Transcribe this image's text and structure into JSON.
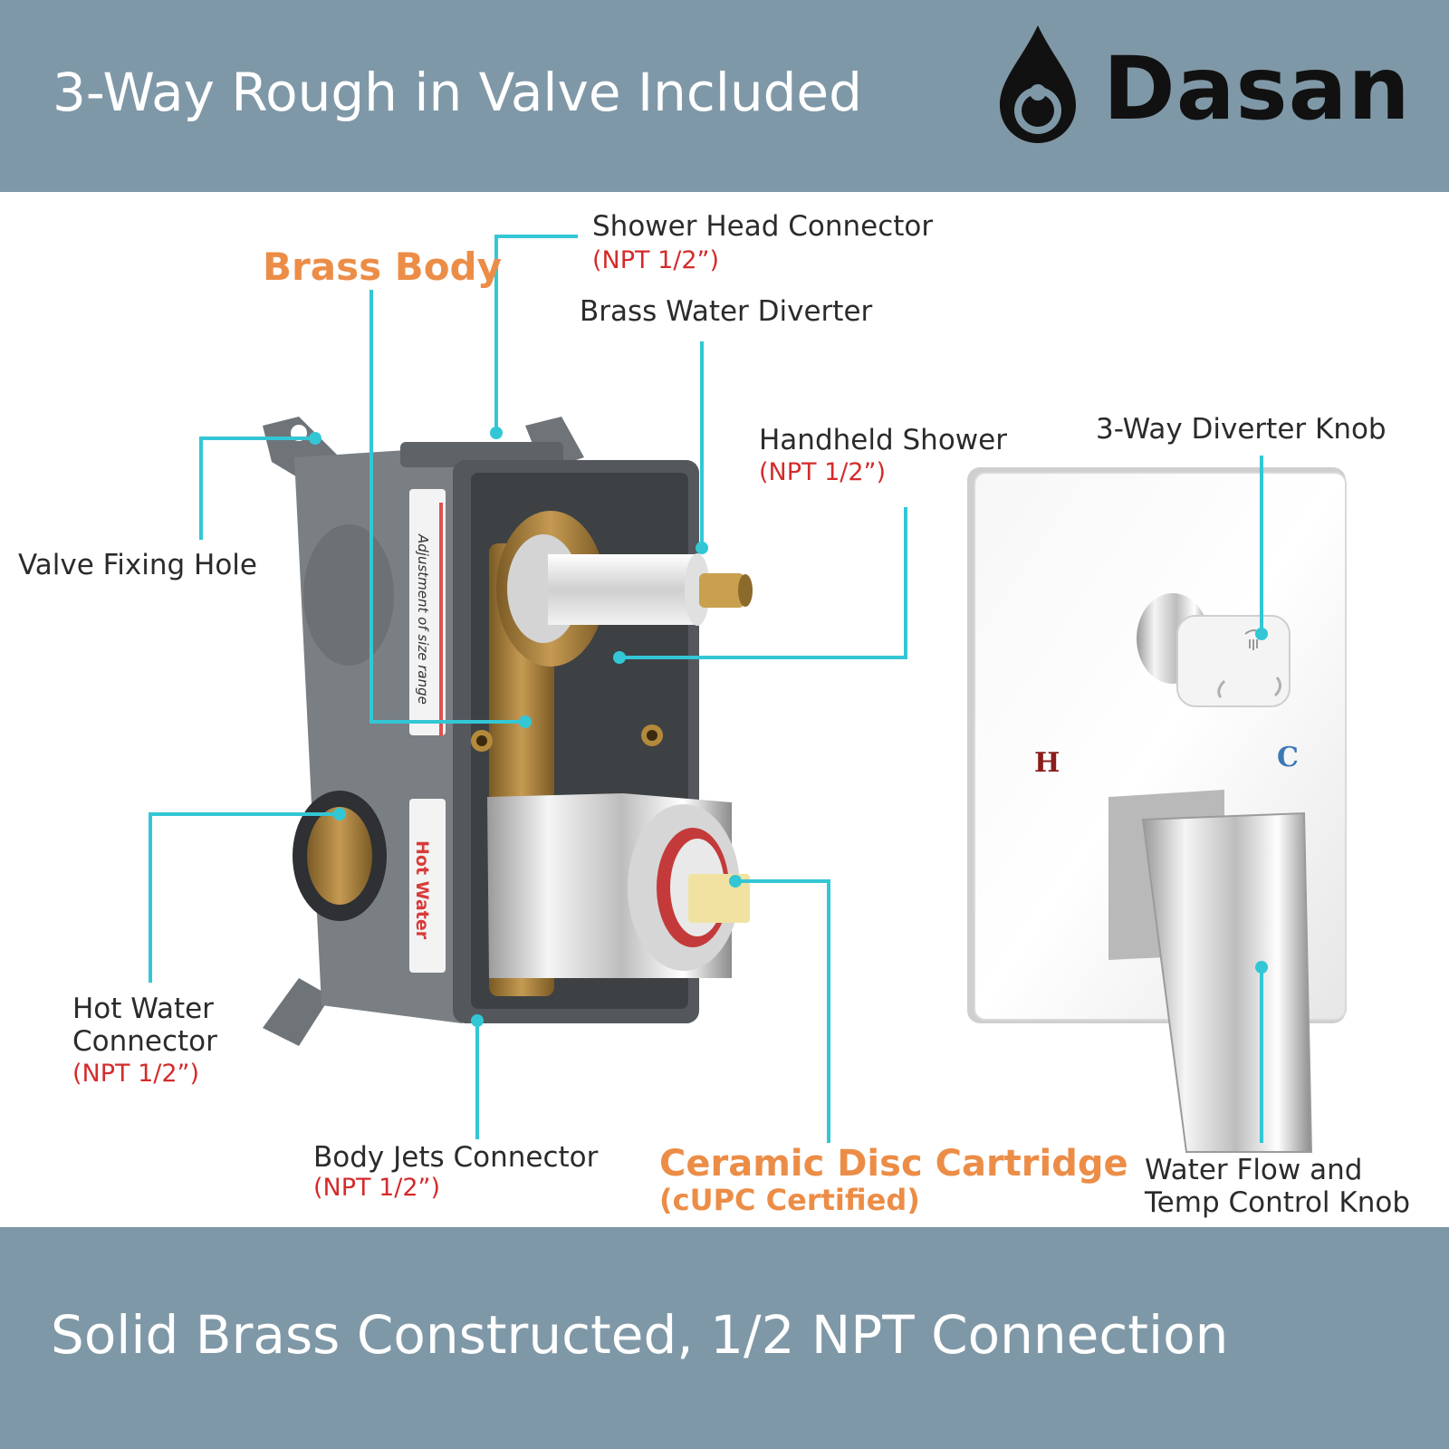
{
  "header": {
    "title": "3-Way Rough in Valve Included"
  },
  "brand": {
    "name": "Dasan"
  },
  "footer": {
    "title": "Solid Brass Constructed, 1/2 NPT Connection"
  },
  "colors": {
    "band": "#7f98a7",
    "callout_line": "#33c7d6",
    "orange": "#ec8d47",
    "red_note": "#d42b2b"
  },
  "valve_box": {
    "side_label_top": "Adjustment of size range",
    "side_label_bottom": "Hot Water"
  },
  "trim_plate": {
    "hot_mark": "H",
    "cold_mark": "C"
  },
  "callouts": {
    "shower_head": {
      "title": "Shower Head Connector",
      "note": "(NPT 1/2”)"
    },
    "brass_body": {
      "title": "Brass Body"
    },
    "brass_diverter": {
      "title": "Brass Water Diverter"
    },
    "handheld": {
      "title": "Handheld Shower",
      "note": "(NPT 1/2”)"
    },
    "diverter_knob": {
      "title": "3-Way Diverter Knob"
    },
    "fixing_hole": {
      "title": "Valve Fixing Hole"
    },
    "hot_water": {
      "line1": "Hot Water",
      "line2": "Connector",
      "note": "(NPT 1/2”)"
    },
    "body_jets": {
      "title": "Body Jets Connector",
      "note": "(NPT 1/2”)"
    },
    "cartridge": {
      "title": "Ceramic Disc Cartridge",
      "note": "(cUPC Certified)"
    },
    "flow_temp": {
      "line1": "Water Flow and",
      "line2": "Temp Control Knob"
    }
  }
}
